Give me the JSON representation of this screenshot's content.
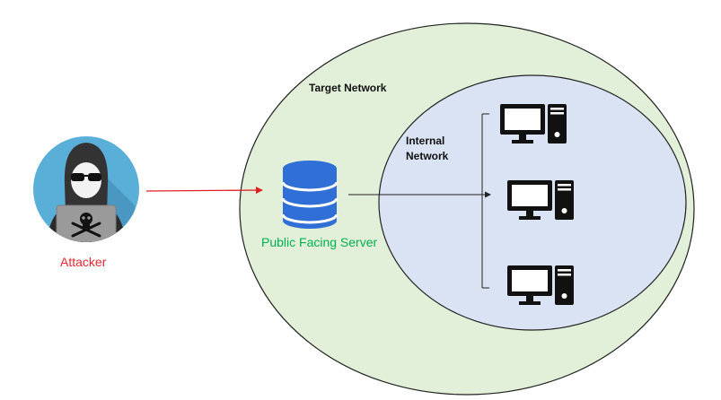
{
  "labels": {
    "target_network": "Target Network",
    "internal_network_line1": "Internal",
    "internal_network_line2": "Network",
    "public_server": "Public Facing Server",
    "attacker": "Attacker"
  },
  "icons": {
    "attacker": "hacker-avatar-icon",
    "server": "database-server-icon",
    "workstations": [
      "desktop-computer-icon",
      "desktop-computer-icon",
      "desktop-computer-icon"
    ]
  },
  "colors": {
    "target_network_fill": "#e2f0d9",
    "internal_network_fill": "#dae3f3",
    "attacker_label": "#e8262d",
    "server_label": "#00b050",
    "server_icon": "#2f6fd6",
    "attack_arrow": "#e02020",
    "avatar_background": "#5aafd8",
    "internal_arrow": "#222222"
  }
}
